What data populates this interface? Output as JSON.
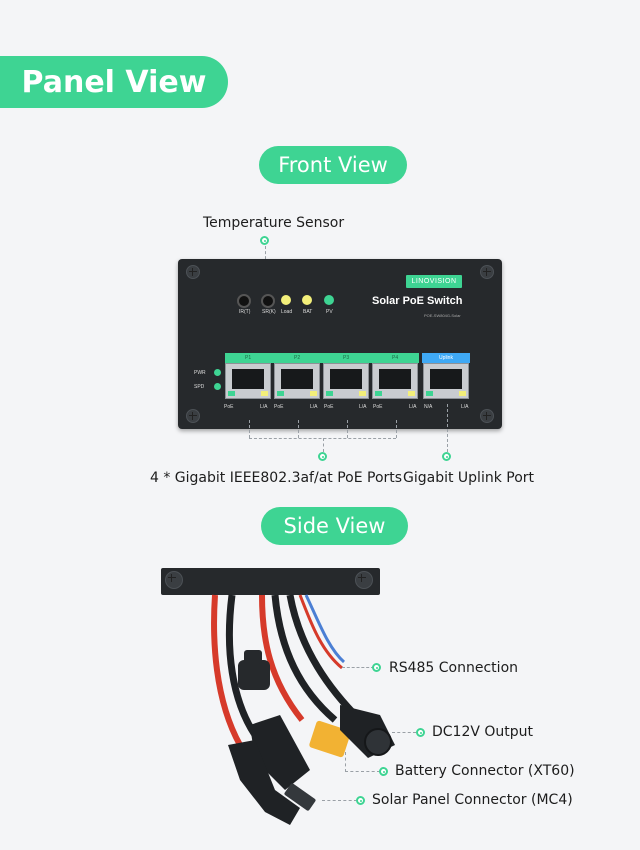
{
  "header": {
    "title": "Panel View"
  },
  "front": {
    "title": "Front View",
    "callouts": {
      "temperature_sensor": "Temperature Sensor",
      "poe_ports": "4 * Gigabit IEEE802.3af/at PoE Ports",
      "uplink": "Gigabit Uplink Port"
    },
    "device": {
      "brand": "LINOVISION",
      "model": "Solar PoE Switch",
      "model_sub": "POE-SW804G-Solar",
      "indicators": [
        "IR(T)",
        "SR(K)",
        "Load",
        "BAT",
        "PV"
      ],
      "side_leds": [
        "PWR",
        "SPD"
      ],
      "port_labels": [
        "P1",
        "P2",
        "P3",
        "P4"
      ],
      "uplink_label": "Uplink",
      "port_led_labels": [
        "PoE",
        "L/A",
        "PoE",
        "L/A",
        "PoE",
        "L/A",
        "PoE",
        "L/A",
        "N/A",
        "L/A"
      ]
    }
  },
  "side": {
    "title": "Side View",
    "callouts": {
      "rs485": "RS485 Connection",
      "dc12v": "DC12V Output",
      "battery": "Battery Connector (XT60)",
      "solar": "Solar Panel Connector (MC4)"
    }
  },
  "colors": {
    "accent": "#3ed493",
    "uplink": "#3fa9f5",
    "device": "#26292c"
  }
}
